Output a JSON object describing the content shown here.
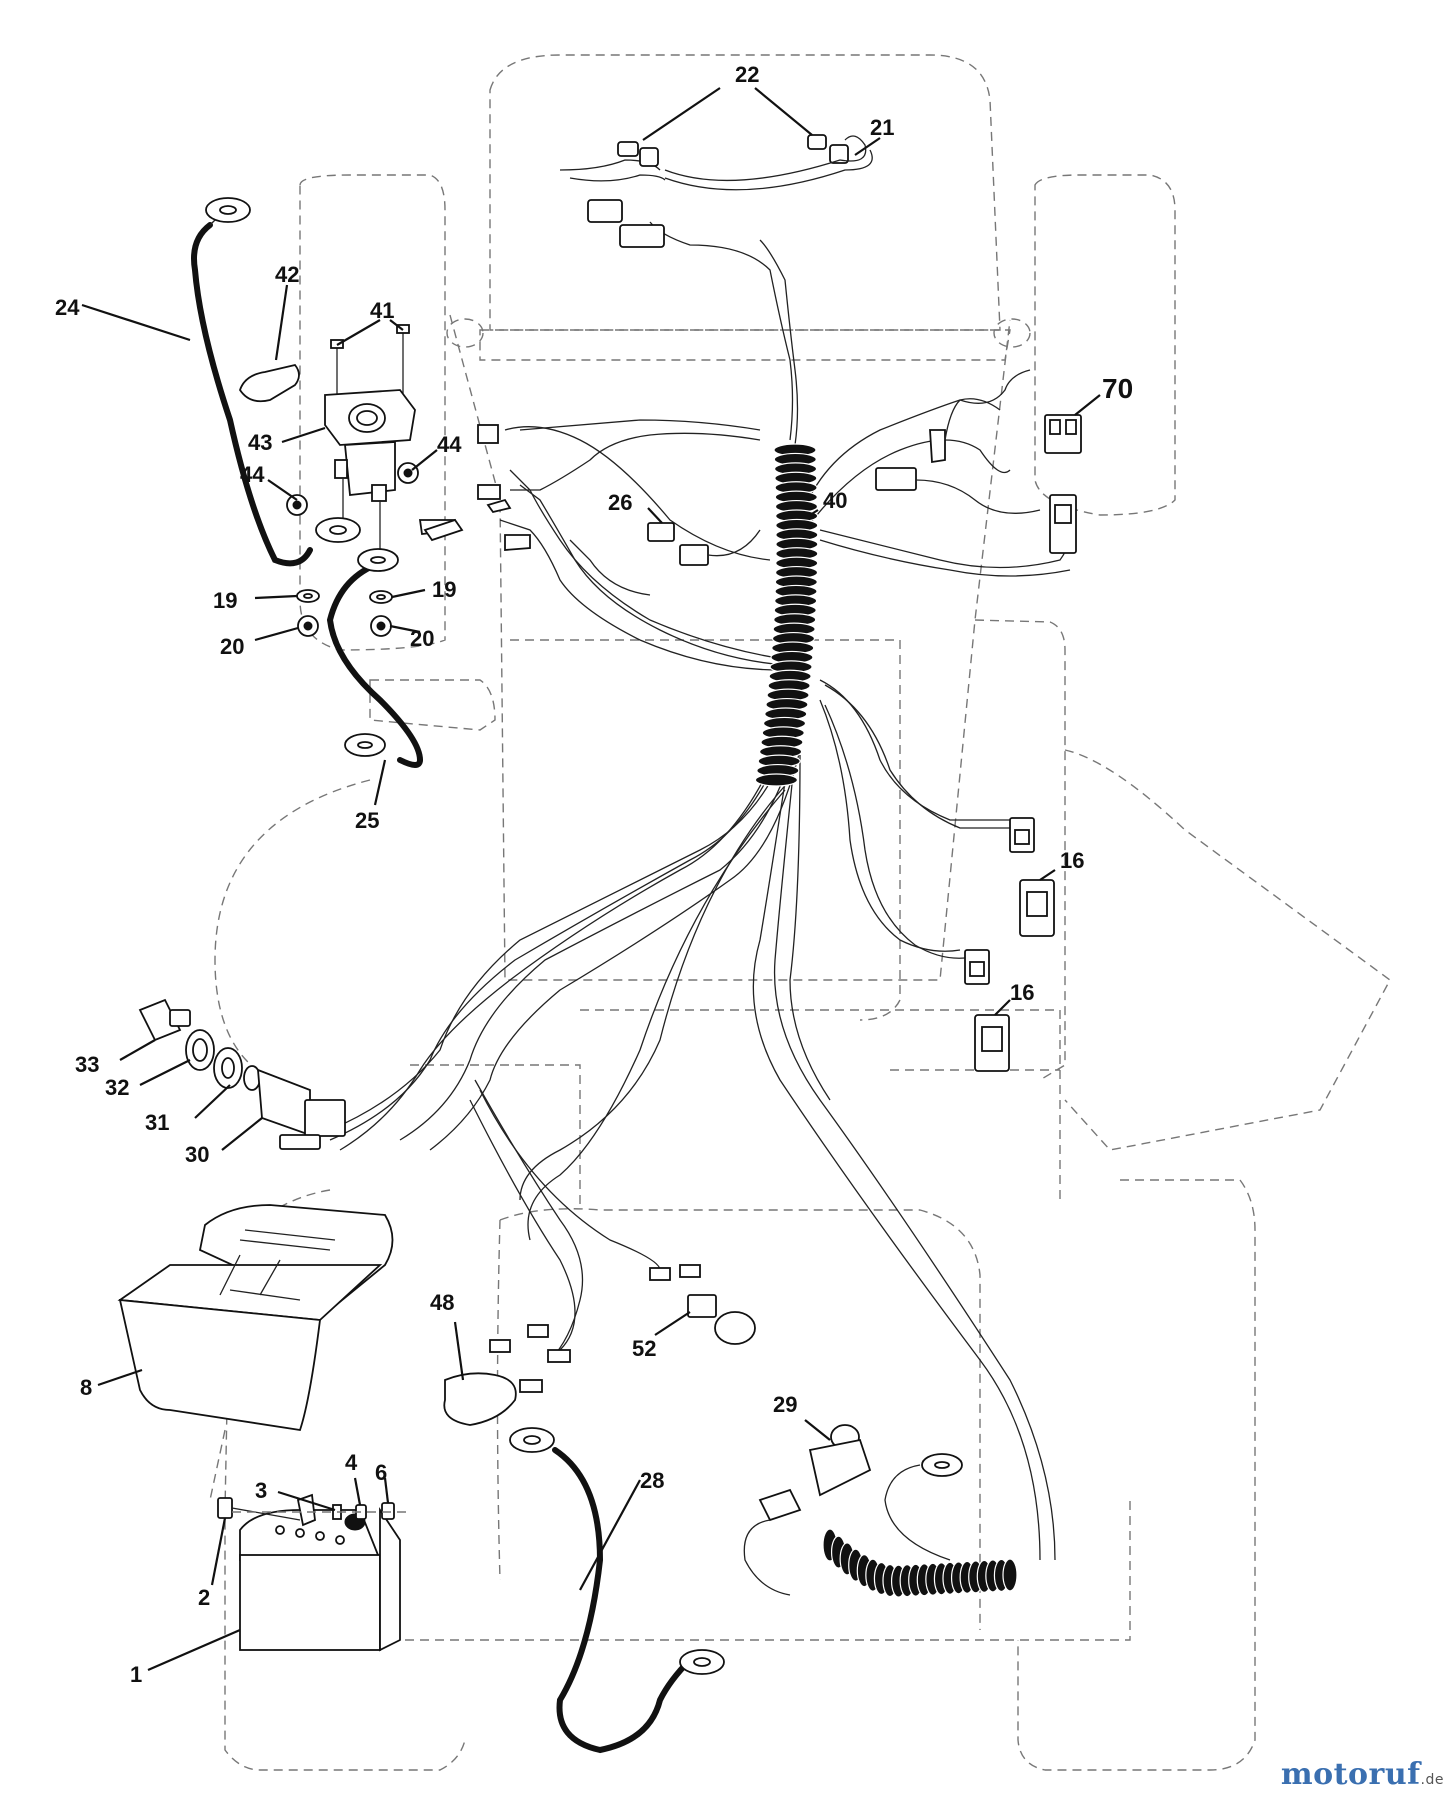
{
  "callouts": {
    "c1": "1",
    "c2": "2",
    "c3": "3",
    "c4": "4",
    "c6": "6",
    "c8": "8",
    "c16a": "16",
    "c16b": "16",
    "c19a": "19",
    "c19b": "19",
    "c20a": "20",
    "c20b": "20",
    "c21": "21",
    "c22": "22",
    "c24": "24",
    "c25": "25",
    "c26": "26",
    "c28": "28",
    "c29": "29",
    "c30": "30",
    "c31": "31",
    "c32": "32",
    "c33": "33",
    "c40": "40",
    "c41": "41",
    "c42": "42",
    "c43": "43",
    "c44a": "44",
    "c44b": "44",
    "c48": "48",
    "c52": "52",
    "c70": "70"
  },
  "watermark": {
    "brand": "motoruf",
    "domain": ".de"
  }
}
